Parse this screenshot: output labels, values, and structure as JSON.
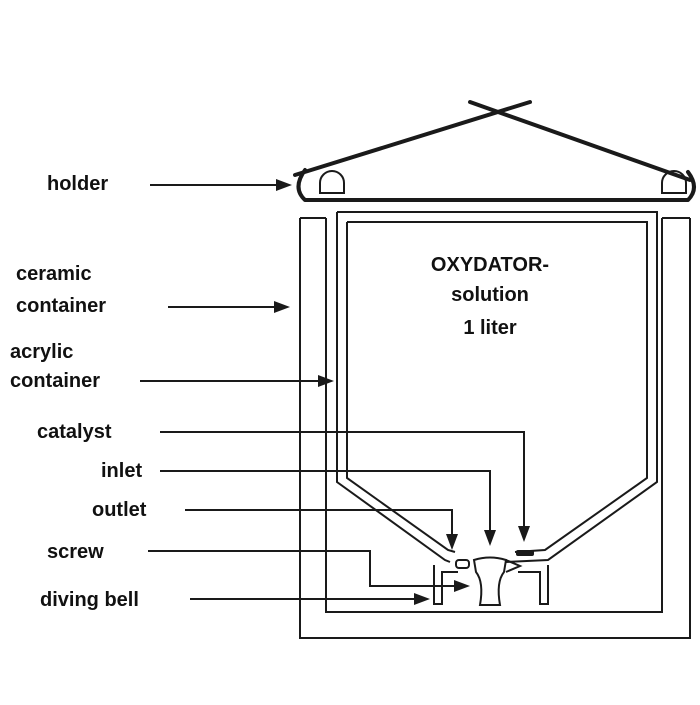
{
  "labels": {
    "holder": "holder",
    "ceramic_1": "ceramic",
    "ceramic_2": "container",
    "acrylic_1": "acrylic",
    "acrylic_2": "container",
    "catalyst": "catalyst",
    "inlet": "inlet",
    "outlet": "outlet",
    "screw": "screw",
    "diving_bell": "diving bell"
  },
  "solution": {
    "line1": "OXYDATOR-",
    "line2": "solution",
    "line3": "1 liter"
  }
}
